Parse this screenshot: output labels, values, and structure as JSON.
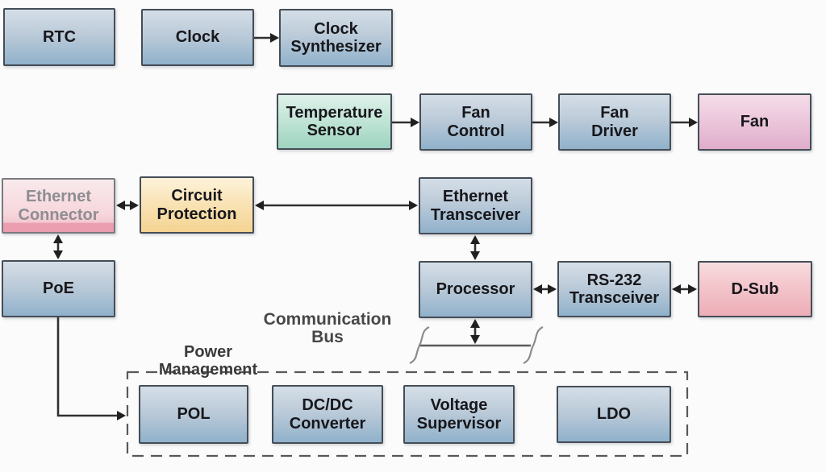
{
  "diagram": {
    "nodes": {
      "rtc": {
        "label": "RTC"
      },
      "clock": {
        "label": "Clock"
      },
      "clock_synthesizer": {
        "label": "Clock\nSynthesizer"
      },
      "temperature_sensor": {
        "label": "Temperature\nSensor"
      },
      "fan_control": {
        "label": "Fan\nControl"
      },
      "fan_driver": {
        "label": "Fan\nDriver"
      },
      "fan": {
        "label": "Fan"
      },
      "ethernet_connector": {
        "label": "Ethernet\nConnector"
      },
      "circuit_protection": {
        "label": "Circuit\nProtection"
      },
      "ethernet_transceiver": {
        "label": "Ethernet\nTransceiver"
      },
      "poe": {
        "label": "PoE"
      },
      "processor": {
        "label": "Processor"
      },
      "rs232_transceiver": {
        "label": "RS-232\nTransceiver"
      },
      "d_sub": {
        "label": "D-Sub"
      },
      "pol": {
        "label": "POL"
      },
      "dcdc_converter": {
        "label": "DC/DC\nConverter"
      },
      "voltage_supervisor": {
        "label": "Voltage\nSupervisor"
      },
      "ldo": {
        "label": "LDO"
      }
    },
    "annotations": {
      "communication_bus": "Communication\nBus",
      "power_management": "Power\nManagement"
    },
    "groups": {
      "power_management_group": {
        "members": [
          "pol",
          "dcdc_converter",
          "voltage_supervisor",
          "ldo"
        ],
        "border_style": "dashed"
      }
    },
    "edges": [
      {
        "from": "clock",
        "to": "clock_synthesizer",
        "direction": "one-way"
      },
      {
        "from": "temperature_sensor",
        "to": "fan_control",
        "direction": "one-way"
      },
      {
        "from": "fan_control",
        "to": "fan_driver",
        "direction": "one-way"
      },
      {
        "from": "fan_driver",
        "to": "fan",
        "direction": "one-way"
      },
      {
        "from": "ethernet_connector",
        "to": "circuit_protection",
        "direction": "two-way"
      },
      {
        "from": "circuit_protection",
        "to": "ethernet_transceiver",
        "direction": "two-way"
      },
      {
        "from": "ethernet_connector",
        "to": "poe",
        "direction": "two-way"
      },
      {
        "from": "ethernet_transceiver",
        "to": "processor",
        "direction": "two-way"
      },
      {
        "from": "processor",
        "to": "rs232_transceiver",
        "direction": "two-way"
      },
      {
        "from": "rs232_transceiver",
        "to": "d_sub",
        "direction": "two-way"
      },
      {
        "from": "processor",
        "to": "communication_bus",
        "direction": "two-way"
      },
      {
        "from": "poe",
        "to": "pol",
        "direction": "one-way"
      }
    ],
    "colors": {
      "background": "#fbfbfb",
      "box_border": "#454d56",
      "box_blue_top": "#d4dee7",
      "box_blue_bottom": "#90b1cb",
      "box_green_top": "#def1ea",
      "box_green_bottom": "#9dd4c0",
      "box_pink_top": "#f5dce9",
      "box_pink_bottom": "#e0adcb",
      "box_orange_top": "#fdf3da",
      "box_orange_bottom": "#f4d492",
      "box_salmon_top": "#f8dde0",
      "box_salmon_bottom": "#edaeb7",
      "connector_box_strip": "#ec9fb0",
      "connector_box_text": "#8d8d92",
      "arrow": "#202020",
      "dashed_border": "#58585c"
    }
  }
}
